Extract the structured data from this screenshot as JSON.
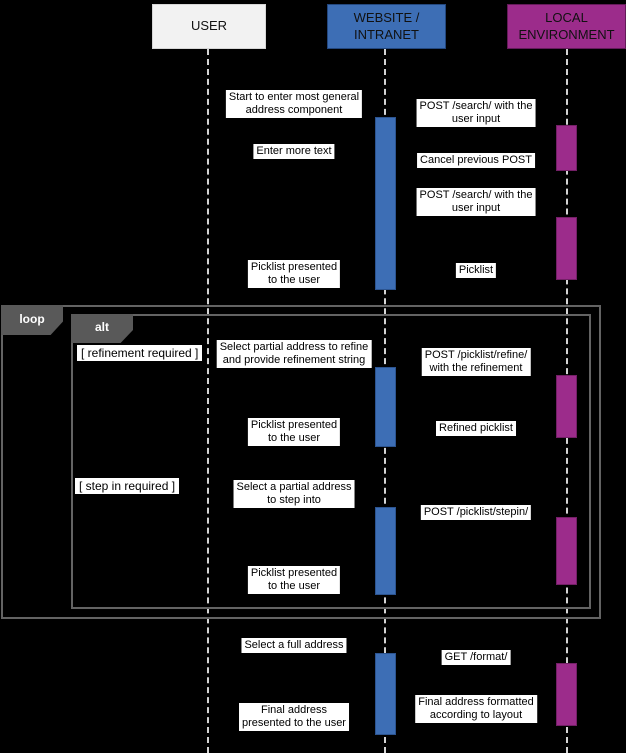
{
  "actors": [
    {
      "id": "user",
      "label": "USER"
    },
    {
      "id": "website",
      "label": "WEBSITE /\nINTRANET"
    },
    {
      "id": "local",
      "label": "LOCAL\nENVIRONMENT"
    }
  ],
  "frames": {
    "loop_label": "loop",
    "alt_label": "alt",
    "guards": [
      "[ refinement required ]",
      "[ step in required ]"
    ]
  },
  "messages": [
    {
      "text": "Start to enter most general\naddress component"
    },
    {
      "text": "POST /search/ with the\nuser input"
    },
    {
      "text": "Enter more text"
    },
    {
      "text": "Cancel previous POST"
    },
    {
      "text": "POST /search/ with the\nuser input"
    },
    {
      "text": "Picklist presented\nto the user"
    },
    {
      "text": "Picklist"
    },
    {
      "text": "Select partial address to refine\nand provide refinement string"
    },
    {
      "text": "POST /picklist/refine/\nwith the refinement"
    },
    {
      "text": "Picklist presented\nto the user"
    },
    {
      "text": "Refined picklist"
    },
    {
      "text": "Select a partial address\nto step into"
    },
    {
      "text": "POST /picklist/stepin/"
    },
    {
      "text": "Picklist presented\nto the user"
    },
    {
      "text": "Select a full address"
    },
    {
      "text": "GET /format/"
    },
    {
      "text": "Final address formatted\naccording to layout"
    },
    {
      "text": "Final address\npresented to the user"
    }
  ],
  "colors": {
    "background": "#000000",
    "user_box": "#f2f2f2",
    "website_accent": "#3d6eb5",
    "local_accent": "#9c2c8b",
    "frame_border": "#636363",
    "frame_tab": "#595959",
    "label_bg": "#ffffff",
    "lifeline": "#d4d4d4"
  }
}
